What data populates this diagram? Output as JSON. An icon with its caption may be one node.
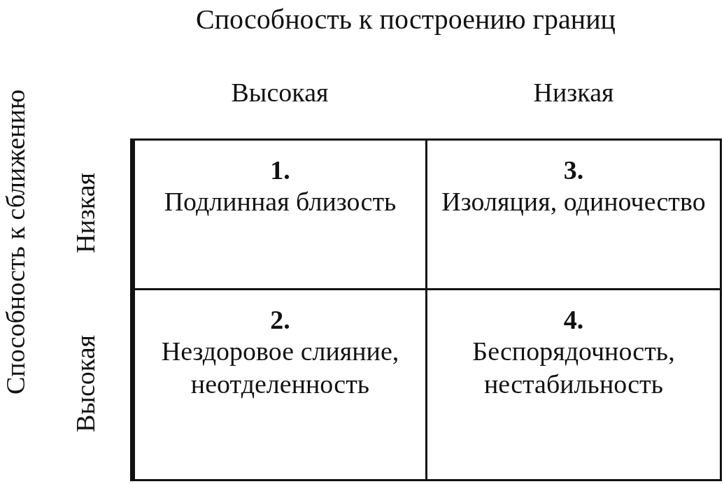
{
  "diagram": {
    "title": "Способность к построению границ",
    "nodes": [
      {
        "text": [
          "1.",
          "Подлинная близость"
        ]
      },
      {
        "text": [
          "3.",
          "Изоляция, одиночество"
        ]
      },
      {
        "text": [
          "2.",
          "Нездоровое слияние, неотделенность"
        ]
      },
      {
        "text": [
          "4.",
          "Беспорядочность, нестабильность"
        ]
      }
    ],
    "edges": [],
    "labels": [
      "Высокая",
      "Низкая",
      "Способность к сближению",
      "Низкая",
      "Высокая"
    ]
  }
}
